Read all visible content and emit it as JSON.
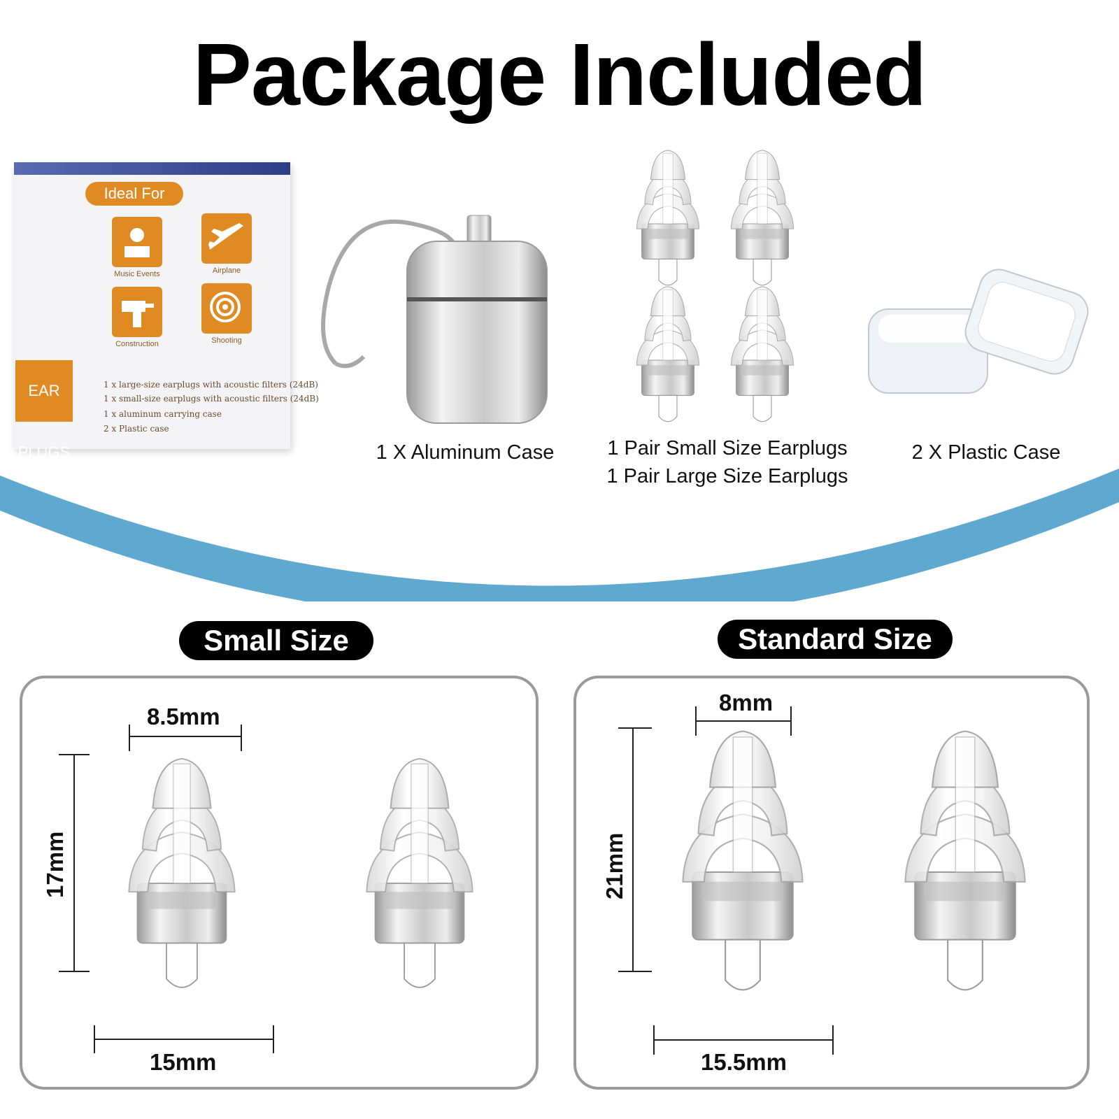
{
  "title": "Package Included",
  "box": {
    "ideal_for": "Ideal For",
    "uses": [
      {
        "label": "Music Events",
        "icon": "dj-icon"
      },
      {
        "label": "Airplane",
        "icon": "airplane-icon"
      },
      {
        "label": "Construction",
        "icon": "drill-icon"
      },
      {
        "label": "Shooting",
        "icon": "target-icon"
      }
    ],
    "brand": "EAR PLUGS",
    "contents": [
      "1 x large-size earplugs with acoustic filters (24dB)",
      "1 x small-size earplugs with acoustic filters (24dB)",
      "1 x aluminum carrying case",
      "2 x Plastic case"
    ]
  },
  "items": {
    "aluminum_case": "1 X Aluminum Case",
    "earplugs_small": "1 Pair Small Size Earplugs",
    "earplugs_large": "1 Pair Large Size Earplugs",
    "plastic_case": "2 X Plastic Case"
  },
  "sizes": {
    "small": {
      "label": "Small Size",
      "tip": "8.5mm",
      "height": "17mm",
      "width": "15mm"
    },
    "standard": {
      "label": "Standard Size",
      "tip": "8mm",
      "height": "21mm",
      "width": "15.5mm"
    }
  },
  "colors": {
    "accent_orange": "#e08a24",
    "wave_blue": "#5fa9d0",
    "panel_border": "#9a9a9a"
  }
}
